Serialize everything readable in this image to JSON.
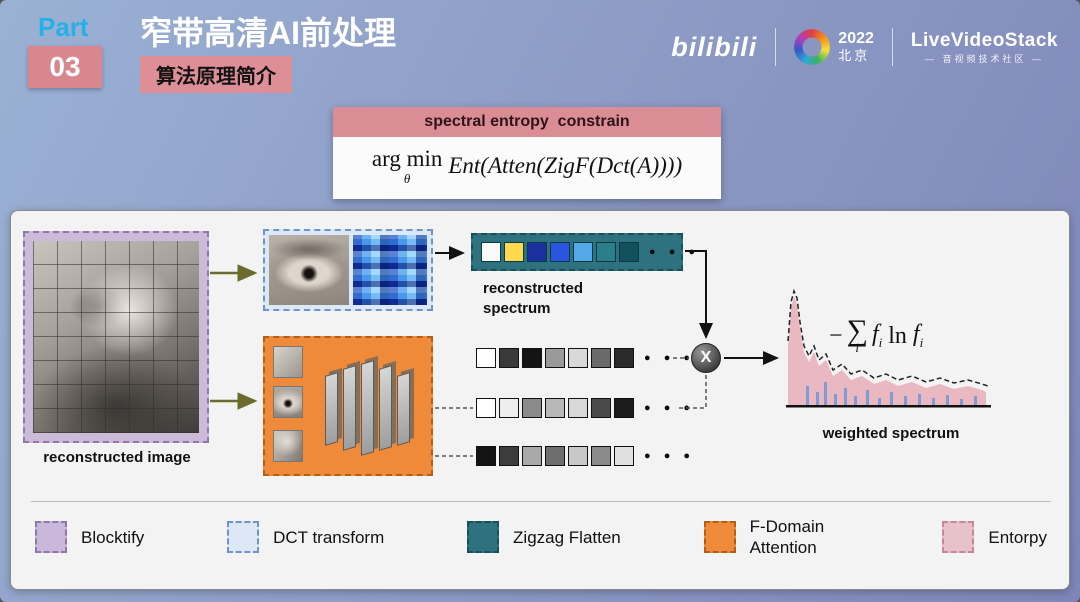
{
  "header": {
    "part_label": "Part",
    "part_number": "03",
    "title": "窄带高清AI前处理",
    "subtitle": "算法原理简介"
  },
  "logos": {
    "bilibili": "bilibili",
    "conf_year": "2022",
    "conf_city": "北京",
    "lvs_name": "LiveVideoStack",
    "lvs_tagline": "— 音视频技术社区 —"
  },
  "constraint_box": {
    "header": "spectral entropy  constrain",
    "argmin": "arg min",
    "argmin_sub": "θ",
    "expression": "Ent(Atten(ZigF(Dct(A))))"
  },
  "diagram": {
    "reconstructed_image_label": "reconstructed image",
    "reconstructed_spectrum_label": "reconstructed spectrum",
    "weighted_spectrum_label": "weighted spectrum",
    "multiply_symbol": "X",
    "dots": "● ● ●",
    "entropy_formula": {
      "minus": "−",
      "sigma": "∑",
      "sigma_sub": "i",
      "f1": "f",
      "f1_sub": "i",
      "ln": "ln",
      "f2": "f",
      "f2_sub": "i"
    },
    "spectrum_rows": {
      "colored": [
        "#fafafa",
        "#ffd84d",
        "#1b2f9e",
        "#2b55e0",
        "#53a8e8",
        "#2a7f8a",
        "#11505c"
      ],
      "gray1": [
        "#ffffff",
        "#3a3a3a",
        "#141414",
        "#9a9a9a",
        "#d8d8d8",
        "#6a6a6a",
        "#2a2a2a"
      ],
      "gray2": [
        "#ffffff",
        "#ededed",
        "#8a8a8a",
        "#b8b8b8",
        "#d8d8d8",
        "#4a4a4a",
        "#1c1c1c"
      ],
      "gray3": [
        "#141414",
        "#3c3c3c",
        "#a8a8a8",
        "#6e6e6e",
        "#c8c8c8",
        "#8a8a8a",
        "#e0e0e0"
      ]
    }
  },
  "legend": {
    "items": [
      {
        "id": "blocktify",
        "label": "Blocktify",
        "fill": "#c9b8da",
        "border": "#8f76ad"
      },
      {
        "id": "dct-transform",
        "label": "DCT transform",
        "fill": "#dce8f6",
        "border": "#6f94c8",
        "wide": true
      },
      {
        "id": "zigzag-flatten",
        "label": "Zigzag Flatten",
        "fill": "#2e7280",
        "border": "#174f5a"
      },
      {
        "id": "f-domain-attention",
        "label": "F-Domain Attention",
        "fill": "#ef8a3a",
        "border": "#b05f1a"
      },
      {
        "id": "entorpy",
        "label": "Entorpy",
        "fill": "#e8c2ca",
        "border": "#c78893"
      }
    ]
  },
  "colors": {
    "accent_pink": "#d9868f",
    "part_cyan": "#25b1e8",
    "teal": "#2e7280",
    "orange": "#ef8a3a",
    "lavender": "#cbbad8",
    "light_blue": "#dce8f6",
    "entropy_pink": "#eab8c1"
  }
}
